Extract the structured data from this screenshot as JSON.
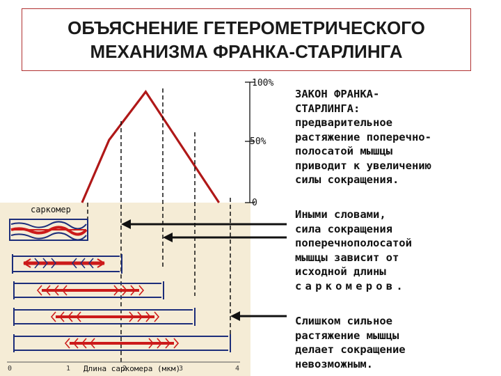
{
  "title": {
    "line1": "ОБЪЯСНЕНИЕ ГЕТЕРОМЕТРИЧЕСКОГО",
    "line2": "МЕХАНИЗМА ФРАНКА-СТАРЛИНГА"
  },
  "axis": {
    "tick_top": "100%",
    "tick_mid": "50%",
    "tick_zero": "0"
  },
  "diagram": {
    "sarcomere_label": "саркомер",
    "length_label": "Длина саркомера (мкм)",
    "scale_ticks": [
      "0",
      "1",
      "2",
      "3",
      "4"
    ],
    "force_profile": [
      {
        "sarcomere_length_um": 1.27,
        "force_pct": 0
      },
      {
        "sarcomere_length_um": 1.75,
        "force_pct": 52
      },
      {
        "sarcomere_length_um": 2.4,
        "force_pct": 92
      },
      {
        "sarcomere_length_um": 3.7,
        "force_pct": 0
      }
    ]
  },
  "law": {
    "lines": [
      "ЗАКОН ФРАНКА-",
      "СТАРЛИНГА:",
      "предварительное",
      "растяжение поперечно-",
      "полосатой мышцы",
      "приводит к увеличению",
      "силы сокращения."
    ]
  },
  "paragraph2": {
    "lines": [
      "Иными словами,",
      "сила сокращения",
      "поперечнополосатой",
      "мышцы зависит от",
      "исходной длины"
    ],
    "last_line": "саркомеров."
  },
  "paragraph3": {
    "lines": [
      "Слишком сильное",
      "растяжение мышцы",
      "делает сокращение",
      "невозможным."
    ]
  },
  "colors": {
    "curve": "#b01818",
    "title_border": "#b03030",
    "panel_bg": "#f5ecd6",
    "myosin": "#cc1a1a",
    "actin": "#1c2d7a"
  }
}
